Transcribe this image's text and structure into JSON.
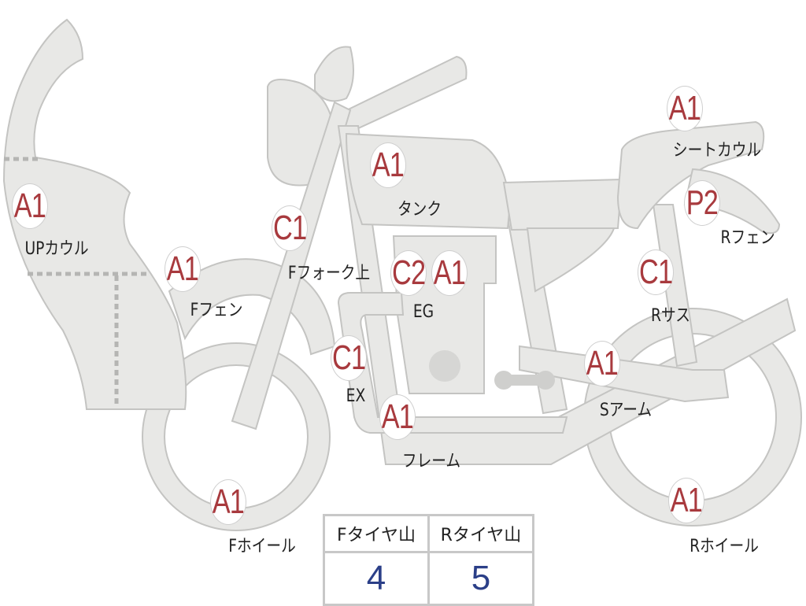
{
  "colors": {
    "part_fill": "#e8e8e6",
    "part_stroke": "#c4c4c2",
    "grade_text": "#a83a3e",
    "tire_value": "#2b3f88"
  },
  "parts": [
    {
      "grade": "A1",
      "label": "UPカウル"
    },
    {
      "grade": "A1",
      "label": "Fフェン"
    },
    {
      "grade": "C1",
      "label": "Fフォーク上"
    },
    {
      "grade": "A1",
      "label": "タンク"
    },
    {
      "grade": "C2",
      "grade2": "A1",
      "label": "EG"
    },
    {
      "grade": "C1",
      "label": "EX"
    },
    {
      "grade": "A1",
      "label": "フレーム"
    },
    {
      "grade": "A1",
      "label": "Fホイール"
    },
    {
      "grade": "A1",
      "label": "シートカウル"
    },
    {
      "grade": "P2",
      "label": "Rフェン"
    },
    {
      "grade": "C1",
      "label": "Rサス"
    },
    {
      "grade": "A1",
      "label": "Sアーム"
    },
    {
      "grade": "A1",
      "label": "Rホイール"
    }
  ],
  "tires": {
    "front_label": "Fタイヤ山",
    "rear_label": "Rタイヤ山",
    "front_value": "4",
    "rear_value": "5"
  }
}
